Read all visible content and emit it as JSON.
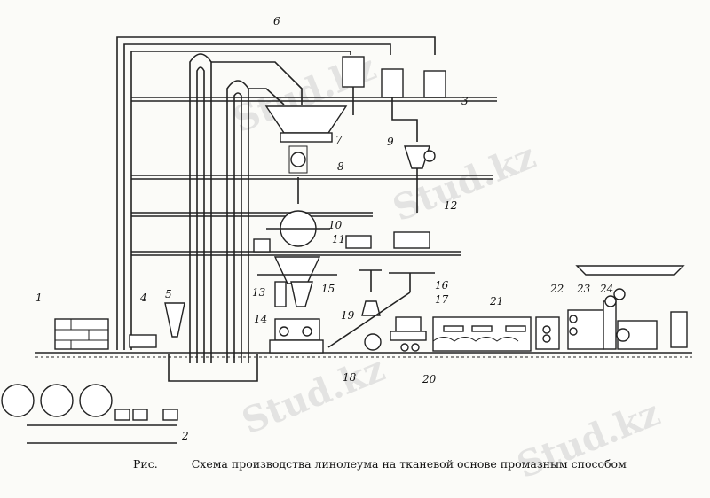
{
  "caption": {
    "prefix": "Рис.",
    "text": "Схема производства линолеума на тканевой основе промазным способом"
  },
  "labels": [
    "1",
    "2",
    "3",
    "4",
    "5",
    "6",
    "7",
    "8",
    "9",
    "10",
    "11",
    "12",
    "13",
    "14",
    "15",
    "16",
    "17",
    "18",
    "19",
    "20",
    "21",
    "22",
    "23",
    "24"
  ],
  "watermark": "Stud.kz"
}
